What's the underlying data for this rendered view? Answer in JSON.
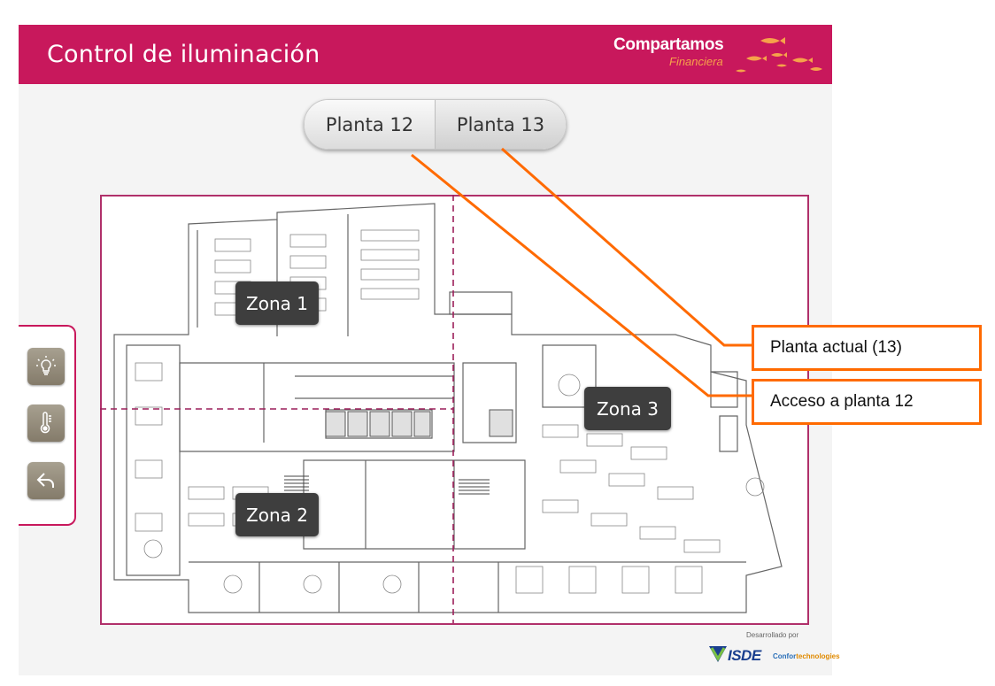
{
  "header": {
    "title": "Control de iluminación",
    "brand_name": "Compartamos",
    "brand_sub": "Financiera",
    "accent": "#c8185c"
  },
  "plant_tabs": [
    {
      "label": "Planta 12"
    },
    {
      "label": "Planta 13"
    }
  ],
  "zones": [
    {
      "label": "Zona 1"
    },
    {
      "label": "Zona 2"
    },
    {
      "label": "Zona 3"
    }
  ],
  "side_panel": {
    "buttons": [
      {
        "icon": "lightbulb-icon"
      },
      {
        "icon": "thermometer-icon"
      },
      {
        "icon": "back-arrow-icon"
      }
    ]
  },
  "callouts": {
    "current": "Planta actual (13)",
    "access": "Acceso a planta 12",
    "color": "#ff6a00"
  },
  "footer": {
    "developed_by": "Desarrollado por",
    "isde": "ISDE",
    "confor_a": "Confor",
    "confor_b": "technologies"
  }
}
